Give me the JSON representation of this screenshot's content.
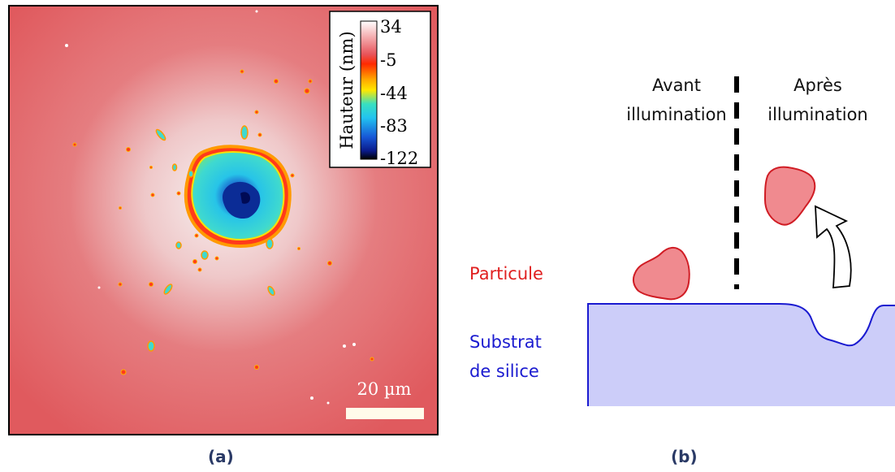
{
  "panel_a": {
    "colorbar": {
      "title": "Hauteur (nm)",
      "ticks": [
        "34",
        "-5",
        "-44",
        "-83",
        "-122"
      ]
    },
    "scalebar": "20 µm",
    "caption": "(a)"
  },
  "panel_b": {
    "before_label_1": "Avant",
    "before_label_2": "illumination",
    "after_label_1": "Après",
    "after_label_2": "illumination",
    "particle_label": "Particule",
    "substrate_label_1": "Substrat",
    "substrate_label_2": "de silice",
    "caption": "(b)"
  },
  "colors": {
    "particle_fill": "#f08a8f",
    "particle_stroke": "#d01c24",
    "substrate_fill": "#cccdf9",
    "substrate_stroke": "#1a1ad0",
    "particle_text": "#e02020",
    "substrate_text": "#1a1ad0",
    "caption": "#2a3a66"
  }
}
